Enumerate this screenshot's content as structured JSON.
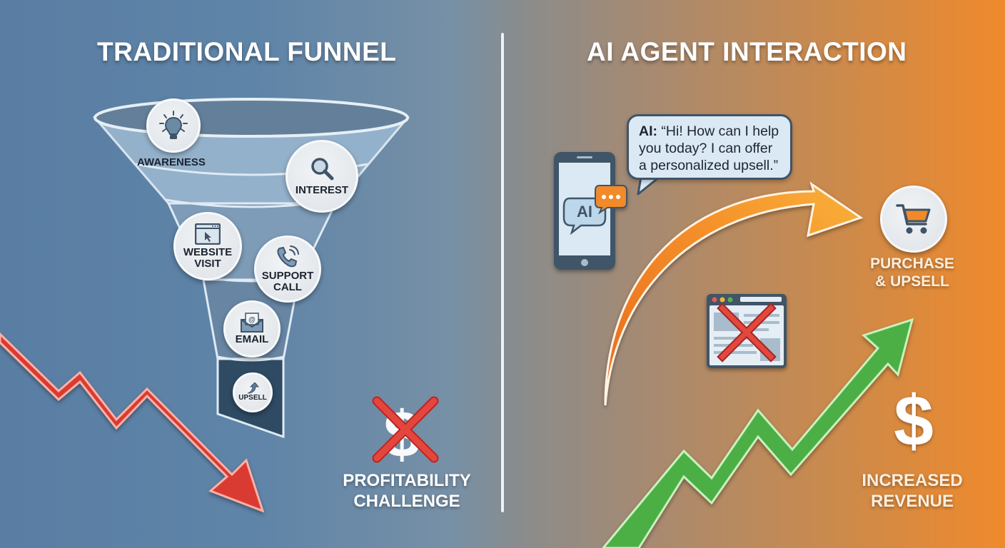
{
  "left_panel": {
    "title": "TRADITIONAL FUNNEL",
    "funnel_stages": [
      {
        "label": "AWARENESS",
        "icon": "lightbulb-icon"
      },
      {
        "label": "INTEREST",
        "icon": "magnifier-icon"
      },
      {
        "label_line1": "WEBSITE",
        "label_line2": "VISIT",
        "icon": "browser-cursor-icon"
      },
      {
        "label_line1": "SUPPORT",
        "label_line2": "CALL",
        "icon": "phone-icon"
      },
      {
        "label": "EMAIL",
        "icon": "envelope-icon"
      },
      {
        "label": "UPSELL",
        "icon": "up-arrow-icon"
      }
    ],
    "trend": {
      "direction": "down",
      "color": "#d93a33",
      "icon": "downward-trend-arrow-icon"
    },
    "caption": {
      "line1": "PROFITABILITY",
      "line2": "CHALLENGE",
      "icon": "crossed-dollar-icon"
    }
  },
  "right_panel": {
    "title": "AI AGENT INTERACTION",
    "chat": {
      "speaker": "AI:",
      "message": "“Hi! How can I help you today? I can offer a personalized upsell.”",
      "phone_badge": "AI"
    },
    "outcome": {
      "line1": "PURCHASE",
      "line2": "& UPSELL",
      "icon": "shopping-cart-icon"
    },
    "blocked_icon": "crossed-webpage-icon",
    "trend": {
      "direction": "up",
      "color": "#4caf45",
      "icon": "upward-trend-arrow-icon"
    },
    "caption": {
      "symbol": "$",
      "line1": "INCREASED",
      "line2": "REVENUE",
      "icon": "dollar-icon"
    }
  },
  "colors": {
    "left_bg": "#5a7ea3",
    "right_bg": "#ef8a2c",
    "red_arrow": "#d93a33",
    "green_arrow": "#4caf45",
    "orange_arrow": "#f28a2a",
    "navy_icon": "#3f5468"
  }
}
